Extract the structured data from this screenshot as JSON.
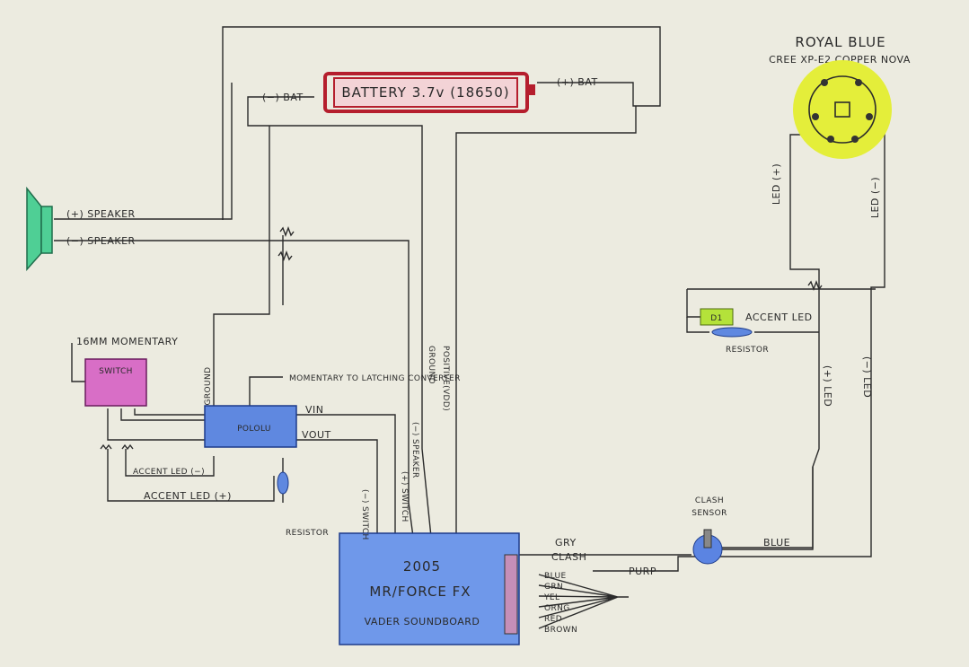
{
  "colors": {
    "paper": "#ecebe0",
    "battery_fill": "#f3d3d6",
    "battery_border": "#b51e2d",
    "led_fill": "#e4ee3a",
    "switch_fill": "#d86ec6",
    "pololu_fill": "#5f88e0",
    "soundboard_fill": "#6f98ea",
    "speaker_fill": "#4fcf95",
    "sensor_fill": "#5b84e2",
    "accent_led_fill": "#b4e23a"
  },
  "battery": {
    "label": "BATTERY 3.7v (18650)",
    "neg_label": "(−) BAT",
    "pos_label": "(+) BAT"
  },
  "led": {
    "title_line1": "ROYAL BLUE",
    "title_line2": "CREE XP-E2 COPPER NOVA",
    "pos_label": "LED (+)",
    "neg_label": "LED (−)"
  },
  "speaker": {
    "pos_label": "(+) SPEAKER",
    "neg_label": "(−) SPEAKER"
  },
  "switch": {
    "title": "16MM MOMENTARY",
    "label": "SWITCH"
  },
  "pololu": {
    "label": "POLOLU",
    "vin": "VIN",
    "vout": "VOUT",
    "ground": "GROUND",
    "converter_note": "MOMENTARY TO LATCHING CONVERTER"
  },
  "accent": {
    "led_neg": "ACCENT LED (−)",
    "led_pos": "ACCENT LED (+)",
    "resistor": "RESISTOR",
    "led_label": "ACCENT LED",
    "led_resistor": "RESISTOR",
    "led_tag": "D1"
  },
  "soundboard": {
    "line1": "2005",
    "line2": "MR/FORCE FX",
    "line3": "VADER SOUNDBOARD",
    "neg_speaker": "(−) SPEAKER",
    "ground": "GROUND",
    "positive": "POSITIVE(VDD)",
    "switch_neg": "(−) SWITCH",
    "switch_pos": "(+) SWITCH",
    "wires": [
      "GRY",
      "CLASH",
      "PURP",
      "BLUE",
      "GRN",
      "YEL",
      "ORNG",
      "RED",
      "BROWN"
    ]
  },
  "clash": {
    "title_line1": "CLASH",
    "title_line2": "SENSOR",
    "blue_label": "BLUE"
  },
  "led_bus": {
    "pos": "(+) LED",
    "neg": "(−) LED"
  }
}
